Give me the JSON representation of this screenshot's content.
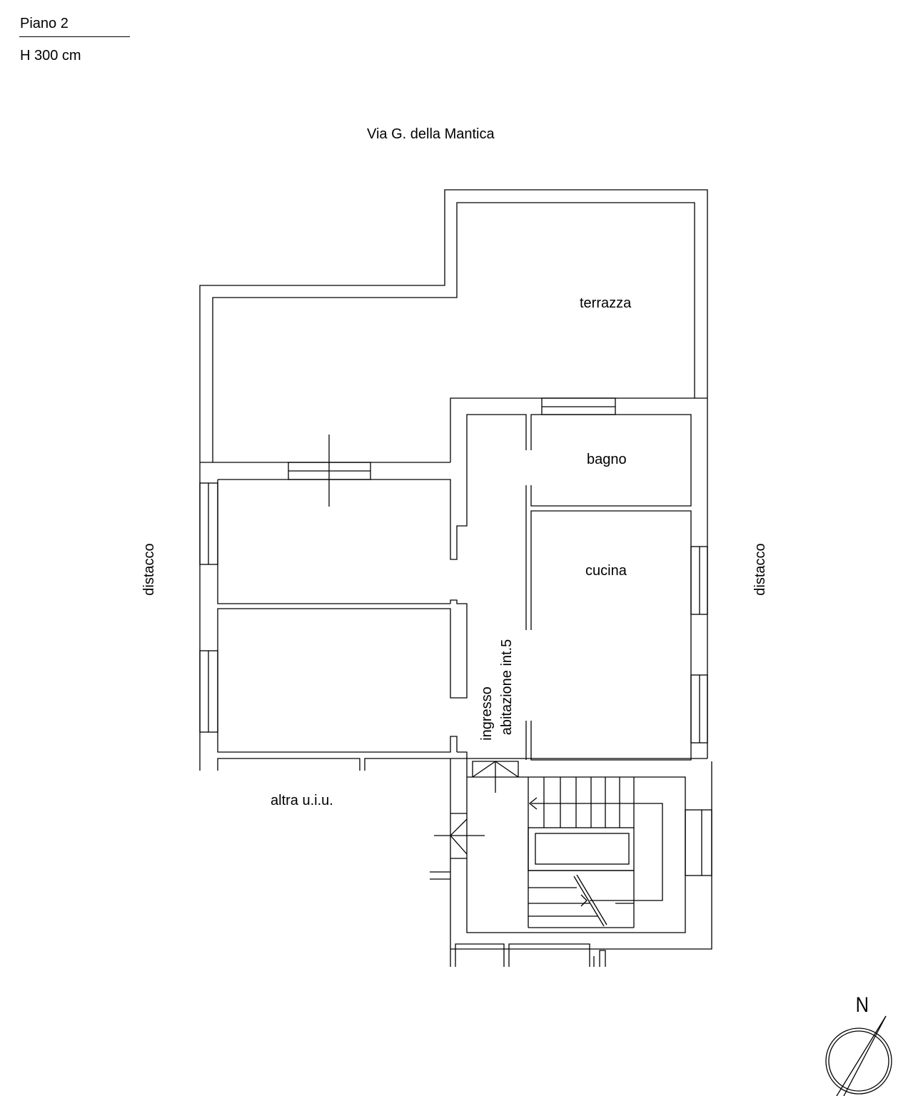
{
  "header": {
    "floor_label": "Piano 2",
    "height_label": "H 300 cm"
  },
  "street_label": "Via G. della Mantica",
  "rooms": {
    "terrace": "terrazza",
    "bathroom": "bagno",
    "kitchen": "cucina",
    "entrance_line1": "ingresso",
    "entrance_line2": "abitazione int.5"
  },
  "boundaries": {
    "left": "distacco",
    "right": "distacco",
    "below": "altra u.i.u."
  },
  "compass": {
    "north_label": "N"
  }
}
